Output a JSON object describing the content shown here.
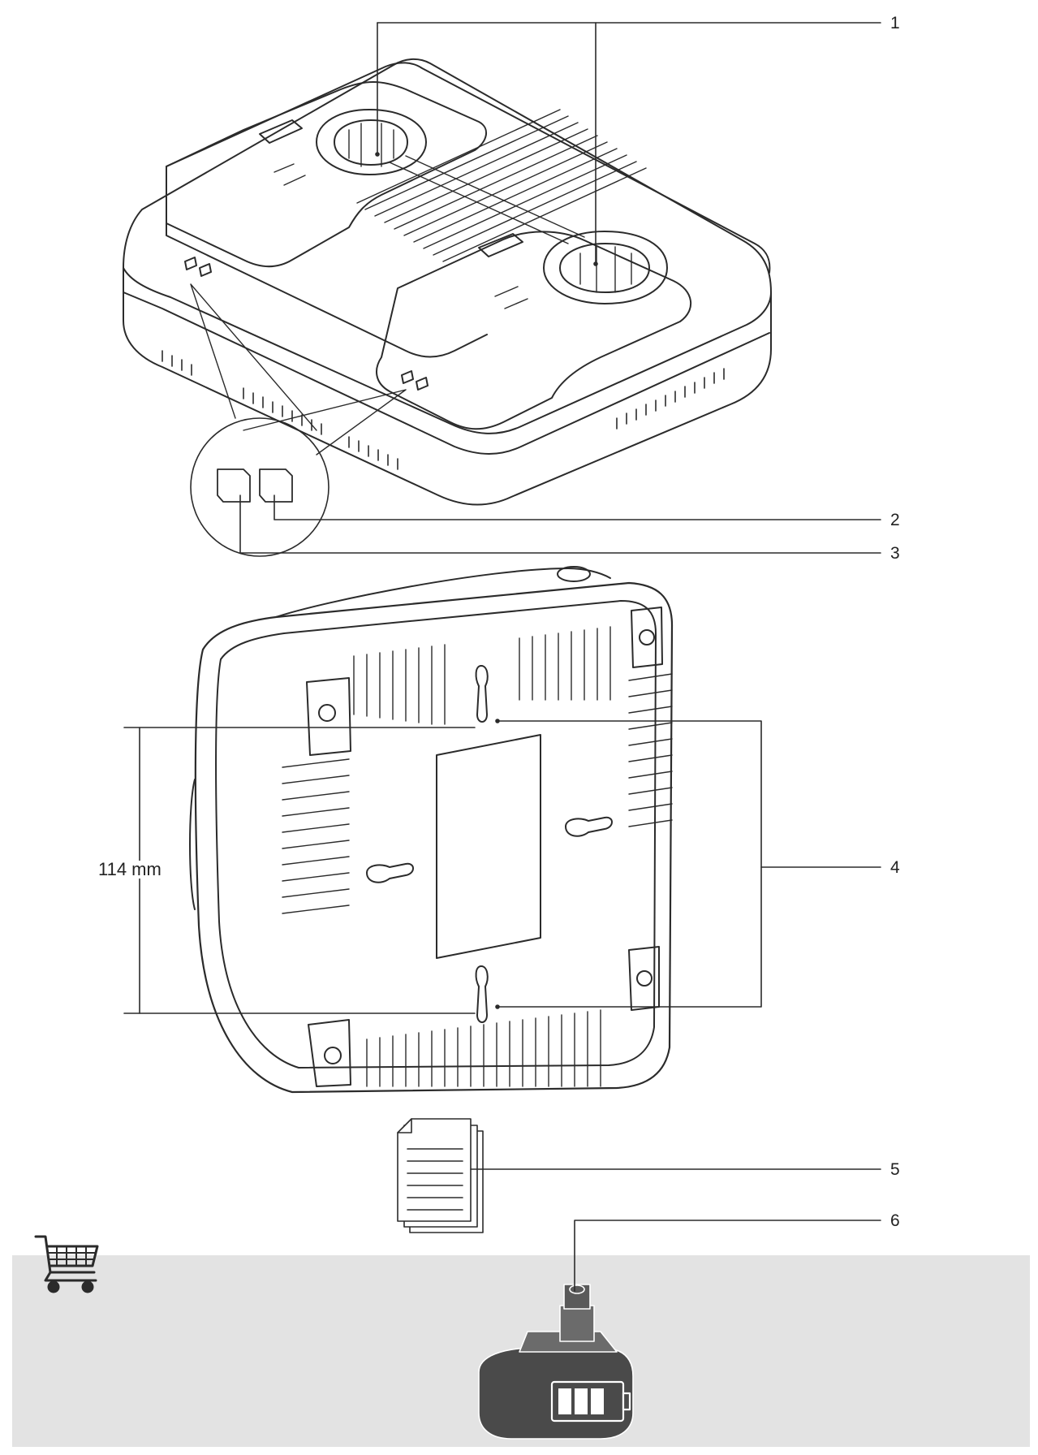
{
  "callouts": [
    {
      "id": "1",
      "label": "1"
    },
    {
      "id": "2",
      "label": "2"
    },
    {
      "id": "3",
      "label": "3"
    },
    {
      "id": "4",
      "label": "4"
    },
    {
      "id": "5",
      "label": "5"
    },
    {
      "id": "6",
      "label": "6"
    }
  ],
  "dimension": {
    "label": "114 mm"
  },
  "icons": {
    "cart": "shopping-cart-icon",
    "document": "document-icon",
    "battery_level": "battery-level-icon"
  },
  "colors": {
    "line": "#2b2b2b",
    "band": "#e3e3e3",
    "battery_body": "#4a4a4a"
  }
}
